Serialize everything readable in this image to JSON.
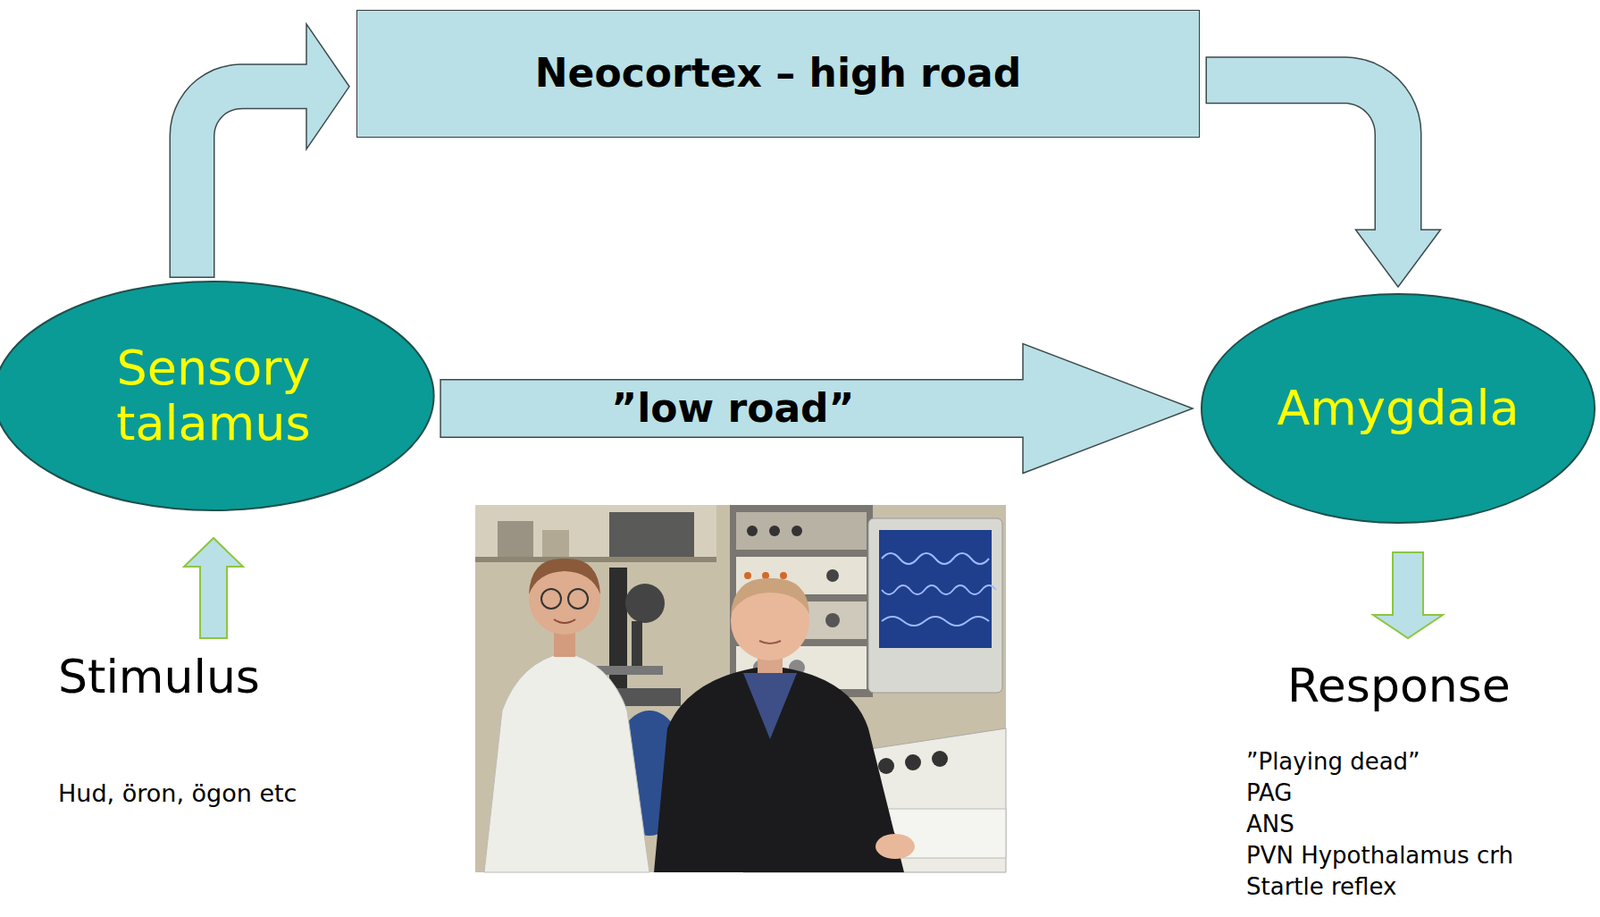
{
  "diagram": {
    "nodes": [
      {
        "text": [
          "Neocortex – high road"
        ]
      },
      {
        "text": [
          "Sensory talamus"
        ]
      },
      {
        "text": [
          "Amygdala"
        ]
      }
    ],
    "edges": [
      {
        "from": 1,
        "to": 0,
        "arrow": "to"
      },
      {
        "from": 0,
        "to": 2,
        "arrow": "to"
      },
      {
        "from": 1,
        "to": 2,
        "label": "”low road”",
        "arrow": "to"
      }
    ],
    "labels": [
      "Stimulus",
      "Hud, öron, ögon etc",
      "Response",
      "”Playing dead”",
      "PAG",
      "ANS",
      "PVN Hypothalamus crh",
      "Startle reflex"
    ]
  }
}
